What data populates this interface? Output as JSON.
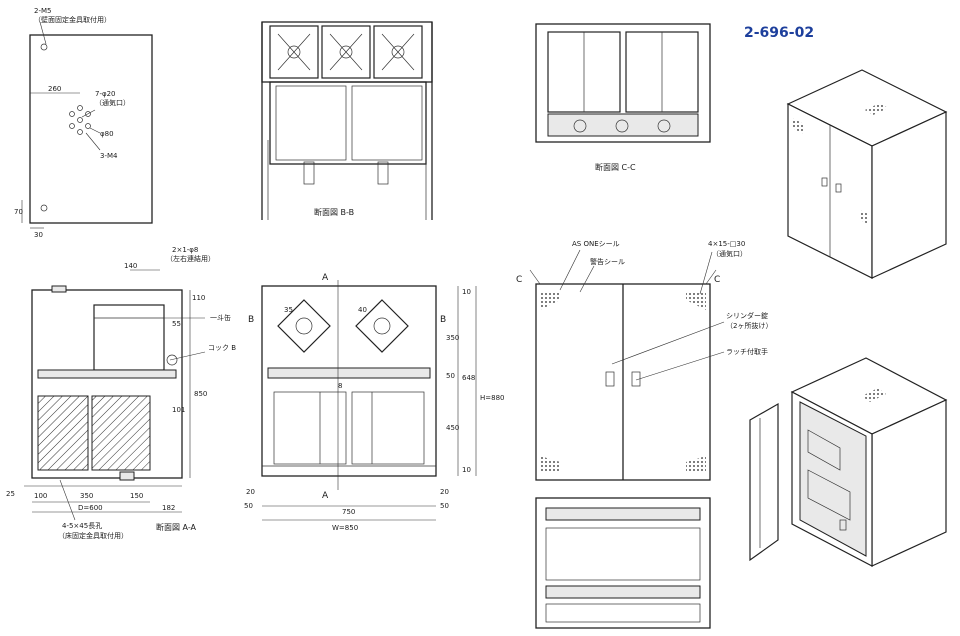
{
  "product_code": "2-696-02",
  "wall_view": {
    "title_m5": "2-M5",
    "title_m5_note": "（壁面固定金具取付用）",
    "dim_260": "260",
    "dim_holes": "7-φ20",
    "dim_holes_note": "（通気口）",
    "dim_phi80": "φ80",
    "dim_m4": "3-M4",
    "dim_70": "70",
    "dim_30": "30"
  },
  "section_aa": {
    "caption": "断面図 A-A",
    "dim_140": "140",
    "dim_holes_top": "2×1-φ8",
    "dim_holes_top_note": "（左右連結用）",
    "dim_110": "110",
    "dim_55": "55",
    "label_level": "一斗缶",
    "label_valve": "コック B",
    "dim_850": "850",
    "dim_101": "101",
    "dim_25": "25",
    "dim_100": "100",
    "dim_350": "350",
    "dim_150": "150",
    "dim_182": "182",
    "dim_depth": "D=600",
    "note_slots": "4-5×45長孔",
    "note_slots_sub": "（床固定金具取付用）"
  },
  "section_bb": {
    "caption": "断面図 B-B"
  },
  "section_cc": {
    "caption": "断面図 C-C"
  },
  "front_view": {
    "marker_a": "A",
    "marker_b": "B",
    "dim_35": "35",
    "dim_40": "40",
    "dim_8": "8",
    "dim_350": "350",
    "dim_50": "50",
    "dim_450": "450",
    "dim_648": "648",
    "dim_height": "H=880",
    "dim_20": "20",
    "dim_750": "750",
    "dim_width": "W=850",
    "dim_10": "10"
  },
  "door_view": {
    "marker_c": "C",
    "label_seal_as": "AS ONEシール",
    "label_seal_warning": "警告シール",
    "label_vent": "4×15-□30",
    "label_vent_note": "（通気口）",
    "label_cylinder": "シリンダー錠",
    "label_cylinder_note": "（2ヶ所抜け）",
    "label_latch": "ラッチ付取手"
  }
}
